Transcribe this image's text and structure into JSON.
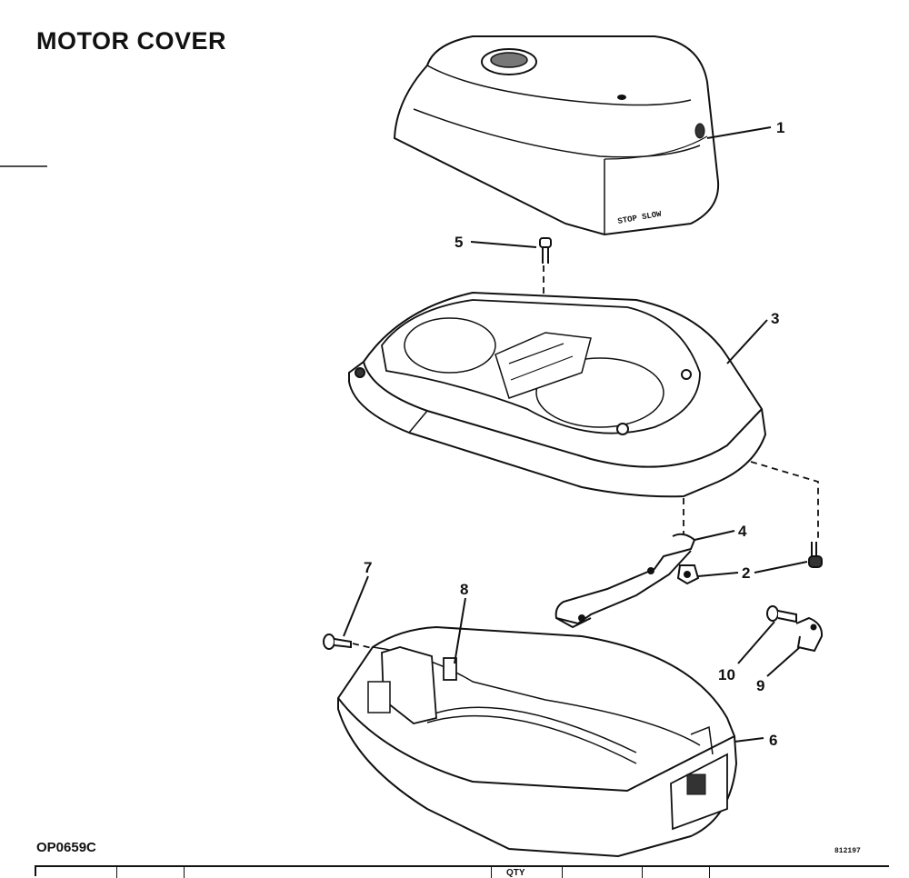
{
  "title": "MOTOR COVER",
  "drawing_code": "OP0659C",
  "ref_number": "812197",
  "cover_text": "STOP SLOW",
  "table_header_partial": "QTY",
  "callouts": [
    {
      "id": "1",
      "part": "top-cover"
    },
    {
      "id": "2",
      "part": "lock-washer"
    },
    {
      "id": "3",
      "part": "cover-frame"
    },
    {
      "id": "4",
      "part": "latch-bracket"
    },
    {
      "id": "5",
      "part": "screw"
    },
    {
      "id": "6",
      "part": "lower-cover"
    },
    {
      "id": "7",
      "part": "screw"
    },
    {
      "id": "8",
      "part": "clip"
    },
    {
      "id": "9",
      "part": "clip"
    },
    {
      "id": "10",
      "part": "pin"
    }
  ]
}
